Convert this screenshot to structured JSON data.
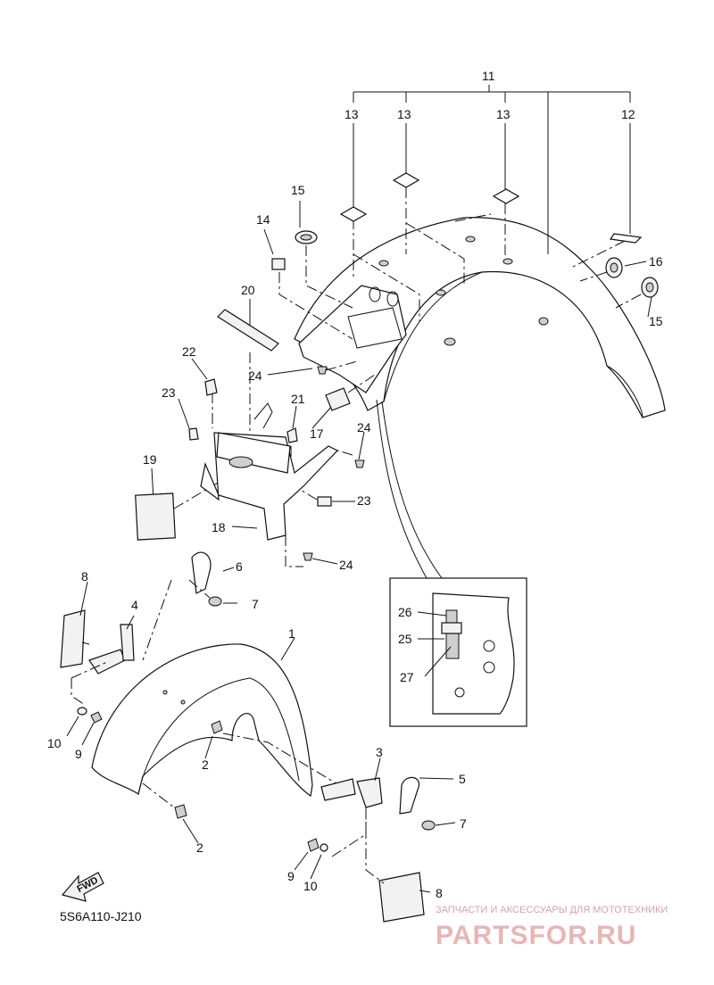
{
  "diagram": {
    "callouts": {
      "c1": "1",
      "c2a": "2",
      "c2b": "2",
      "c3": "3",
      "c4": "4",
      "c5": "5",
      "c6": "6",
      "c7a": "7",
      "c7b": "7",
      "c8a": "8",
      "c8b": "8",
      "c9a": "9",
      "c9b": "9",
      "c10a": "10",
      "c10b": "10",
      "c11": "11",
      "c12": "12",
      "c13a": "13",
      "c13b": "13",
      "c13c": "13",
      "c14": "14",
      "c15a": "15",
      "c15b": "15",
      "c16": "16",
      "c17": "17",
      "c18": "18",
      "c19": "19",
      "c20": "20",
      "c21": "21",
      "c22": "22",
      "c23a": "23",
      "c23b": "23",
      "c24a": "24",
      "c24b": "24",
      "c24c": "24",
      "c25": "25",
      "c26": "26",
      "c27": "27"
    },
    "fwd_label": "FWD",
    "diagram_code": "5S6A110-J210"
  },
  "watermark": {
    "tagline": "ЗАПЧАСТИ И АКСЕССУАРЫ ДЛЯ МОТОТЕХНИКИ",
    "brand": "PARTSFOR.RU"
  }
}
